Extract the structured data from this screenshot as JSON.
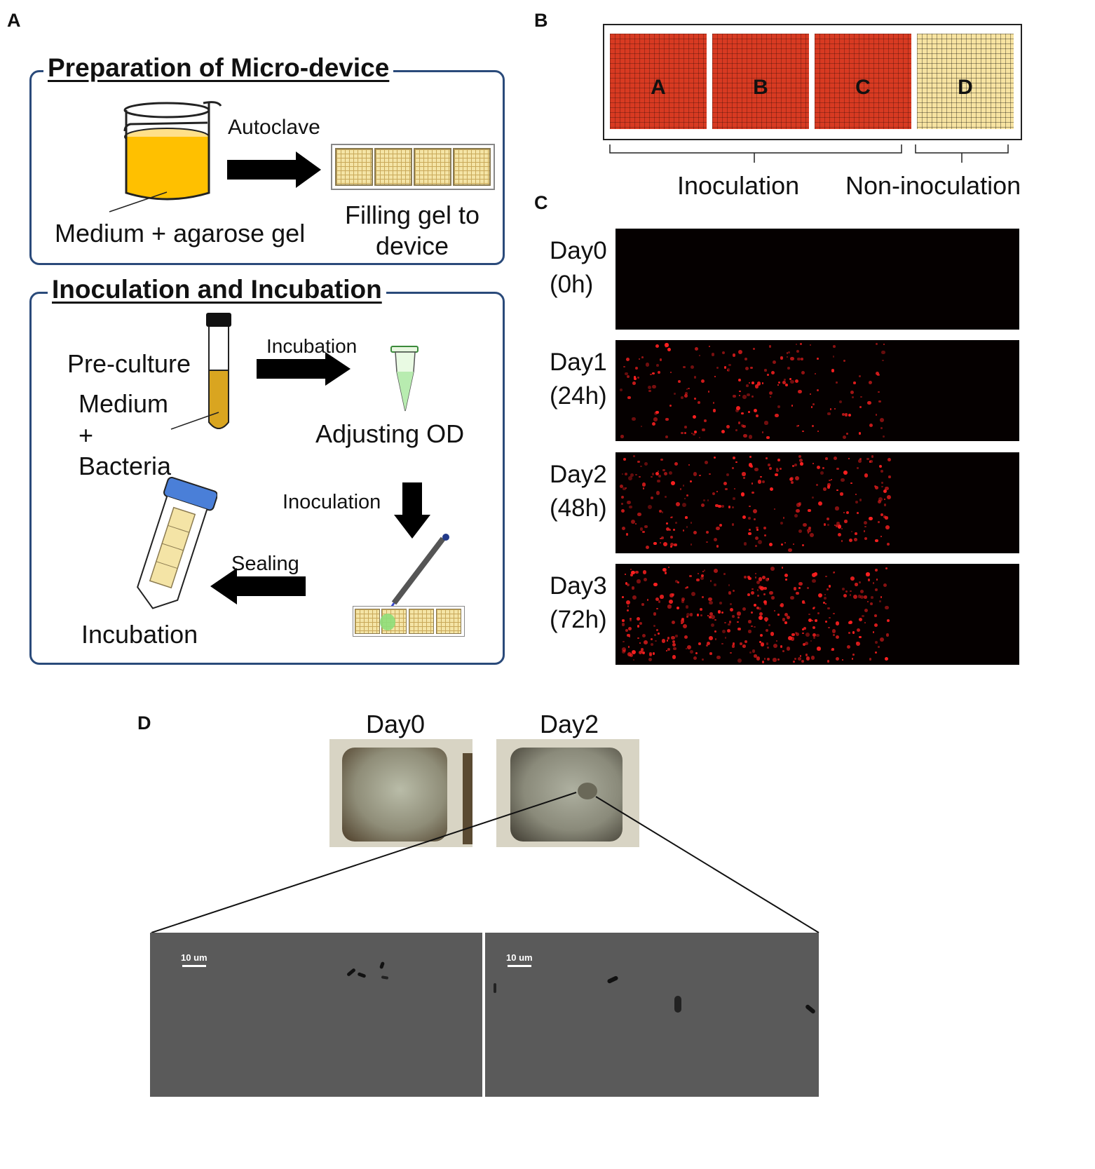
{
  "panels": {
    "a": {
      "letter": "A",
      "prep": {
        "title": "Preparation of Micro-device",
        "autoclave": "Autoclave",
        "medium": "Medium + agarose gel",
        "filling_line1": "Filling gel to",
        "filling_line2": "device"
      },
      "inoc": {
        "title": "Inoculation and Incubation",
        "preculture": "Pre-culture",
        "incubation_arrow": "Incubation",
        "medium": "Medium",
        "plus": "+",
        "bacteria": "Bacteria",
        "adjusting": "Adjusting OD",
        "inoculation": "Inoculation",
        "sealing": "Sealing",
        "incubation": "Incubation"
      }
    },
    "b": {
      "letter": "B",
      "wells": [
        "A",
        "B",
        "C",
        "D"
      ],
      "inoculation": "Inoculation",
      "non_inoculation": "Non-inoculation"
    },
    "c": {
      "letter": "C",
      "rows": [
        {
          "day": "Day0",
          "hours": "(0h)",
          "level": 0.0
        },
        {
          "day": "Day1",
          "hours": "(24h)",
          "level": 0.45
        },
        {
          "day": "Day2",
          "hours": "(48h)",
          "level": 0.6
        },
        {
          "day": "Day3",
          "hours": "(72h)",
          "level": 0.85
        }
      ]
    },
    "d": {
      "letter": "D",
      "day0": "Day0",
      "day2": "Day2",
      "scale_left": "10 um",
      "scale_right": "10 um"
    }
  },
  "colors": {
    "box_border": "#2a4a7a",
    "gel_yellow": "#ffc000",
    "well_red": "#d83a22",
    "well_yellow": "#f7e3a1",
    "fluor_red": "#ff2020"
  }
}
